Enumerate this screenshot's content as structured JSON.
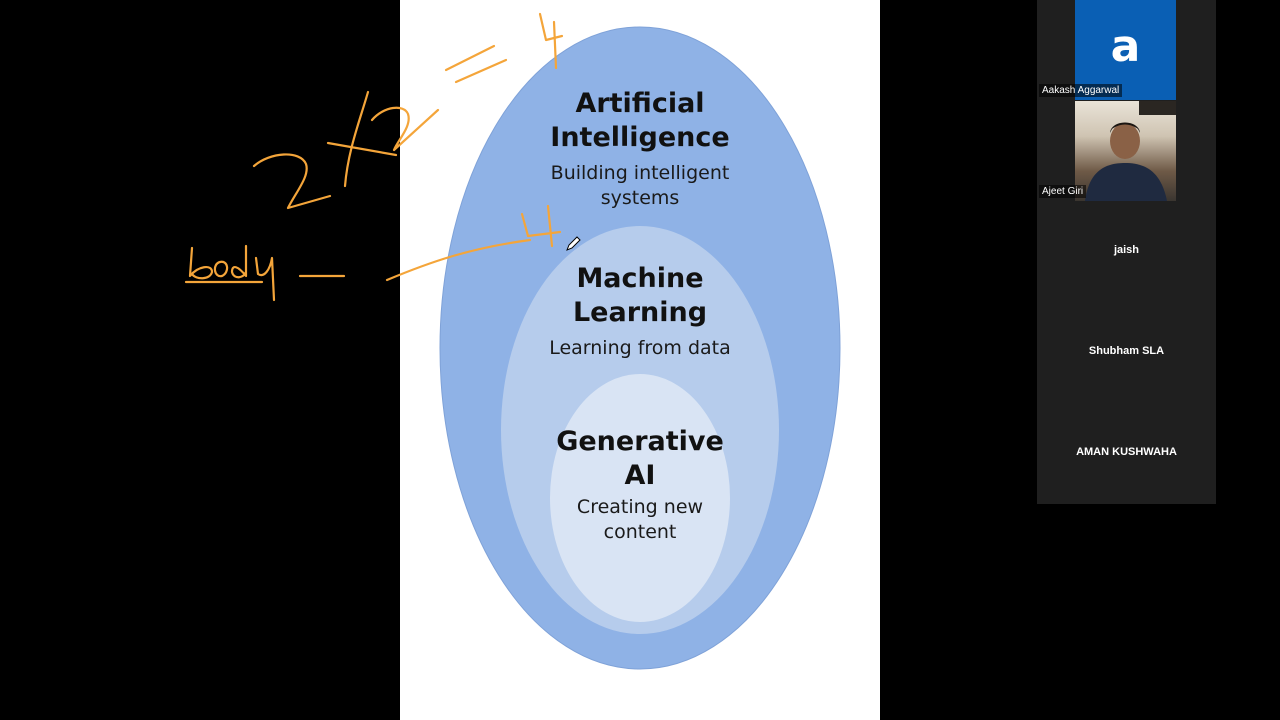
{
  "slide": {
    "ai": {
      "title_line1": "Artificial",
      "title_line2": "Intelligence",
      "sub_line1": "Building intelligent",
      "sub_line2": "systems"
    },
    "ml": {
      "title_line1": "Machine",
      "title_line2": "Learning",
      "sub_line1": "Learning from data"
    },
    "gen": {
      "title_line1": "Generative",
      "title_line2": "AI",
      "sub_line1": "Creating new",
      "sub_line2": "content"
    }
  },
  "annotations": {
    "color": "#f4a53a",
    "word": "body",
    "numbers": [
      "2",
      "2",
      "4",
      "4"
    ]
  },
  "participants": {
    "host": {
      "initial": "a",
      "name": "Aakash Aggarwal"
    },
    "video": {
      "name": "Ajeet Giri"
    },
    "others": [
      "jaish",
      "Shubham SLA",
      "AMAN KUSHWAHA"
    ]
  },
  "colors": {
    "outer_ellipse": "#8fb2e6",
    "middle_ellipse": "#b6ccec",
    "inner_ellipse": "#d9e4f4",
    "avatar": "#0a5fb4"
  }
}
